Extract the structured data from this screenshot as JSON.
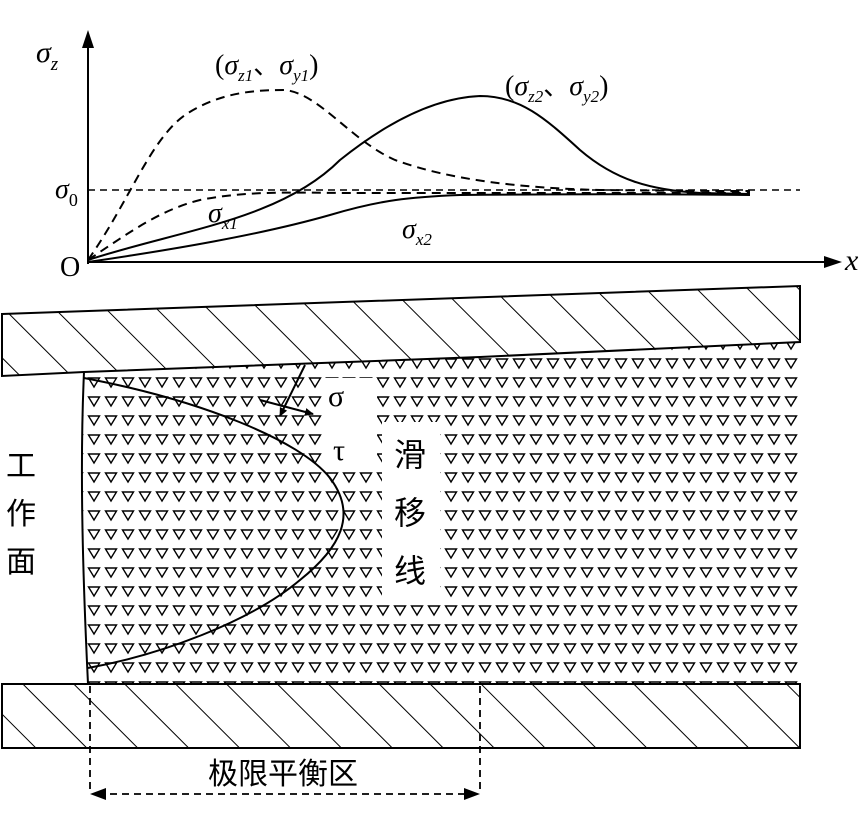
{
  "graph": {
    "axis_y": {
      "sym": "σ",
      "sub": "z"
    },
    "axis_x": "x",
    "origin": "O",
    "sigma0": {
      "sym": "σ",
      "sub": "0"
    },
    "curve_label_1": {
      "open": "(",
      "s1": "σ",
      "s1sub": "z1",
      "sep": "、",
      "s2": "σ",
      "s2sub": "y1",
      "close": ")"
    },
    "curve_label_2": {
      "open": "(",
      "s1": "σ",
      "s1sub": "z2",
      "sep": "、",
      "s2": "σ",
      "s2sub": "y2",
      "close": ")"
    },
    "sigma_x1": {
      "sym": "σ",
      "sub": "x1"
    },
    "sigma_x2": {
      "sym": "σ",
      "sub": "x2"
    }
  },
  "cross_section": {
    "stress_sigma": "σ",
    "stress_tau": "τ",
    "slip_line_label": [
      "滑",
      "移",
      "线"
    ],
    "work_face_label": [
      "工",
      "作",
      "面"
    ],
    "limit_zone_label": "极限平衡区"
  },
  "colors": {
    "ink": "#000000",
    "background": "#ffffff"
  }
}
